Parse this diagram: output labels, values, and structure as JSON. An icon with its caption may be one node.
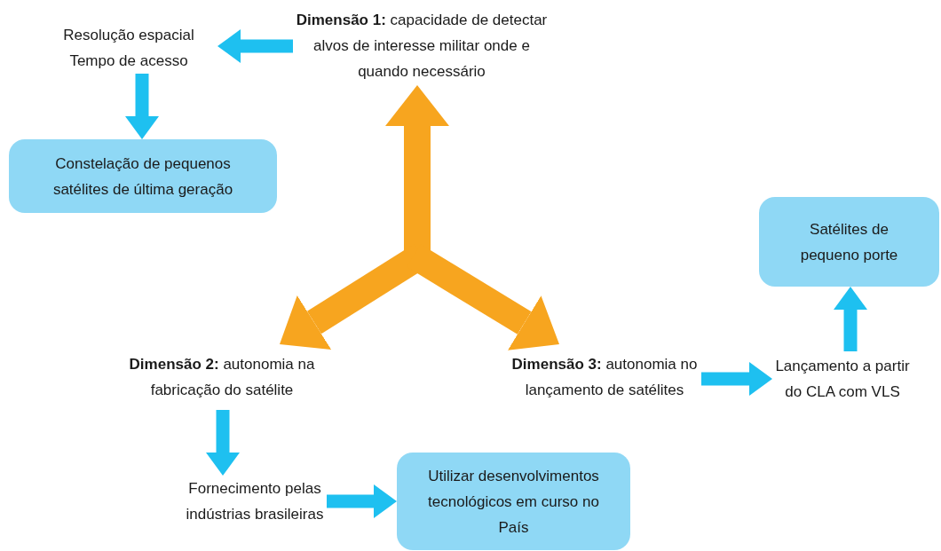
{
  "diagram": {
    "nodes": [
      {
        "text": [
          "**Dimensão 1:** capacidade de detectar alvos de interesse militar onde e quando necessário"
        ]
      },
      {
        "text": [
          "Resolução espacial",
          "Tempo de acesso"
        ]
      },
      {
        "text": [
          "Constelação de pequenos satélites de última geração"
        ]
      },
      {
        "text": [
          "**Dimensão 2:** autonomia na fabricação do satélite"
        ]
      },
      {
        "text": [
          "Fornecimento pelas indústrias brasileiras"
        ]
      },
      {
        "text": [
          "Utilizar desenvolvimentos tecnológicos em curso no País"
        ]
      },
      {
        "text": [
          "**Dimensão 3:** autonomia no lançamento de satélites"
        ]
      },
      {
        "text": [
          "Lançamento a partir do CLA com VLS"
        ]
      },
      {
        "text": [
          "Satélites de pequeno porte"
        ]
      }
    ],
    "edges": [
      {
        "from": null,
        "to": 0,
        "arrow": "to",
        "style": "thick",
        "color": "#f7a51f"
      },
      {
        "from": null,
        "to": 3,
        "arrow": "to",
        "style": "thick",
        "color": "#f7a51f"
      },
      {
        "from": null,
        "to": 6,
        "arrow": "to",
        "style": "thick",
        "color": "#f7a51f"
      },
      {
        "from": 0,
        "to": 1,
        "arrow": "to"
      },
      {
        "from": 1,
        "to": 2,
        "arrow": "to"
      },
      {
        "from": 3,
        "to": 4,
        "arrow": "to"
      },
      {
        "from": 4,
        "to": 5,
        "arrow": "to"
      },
      {
        "from": 6,
        "to": 7,
        "arrow": "to"
      },
      {
        "from": 7,
        "to": 8,
        "arrow": "to"
      }
    ]
  }
}
